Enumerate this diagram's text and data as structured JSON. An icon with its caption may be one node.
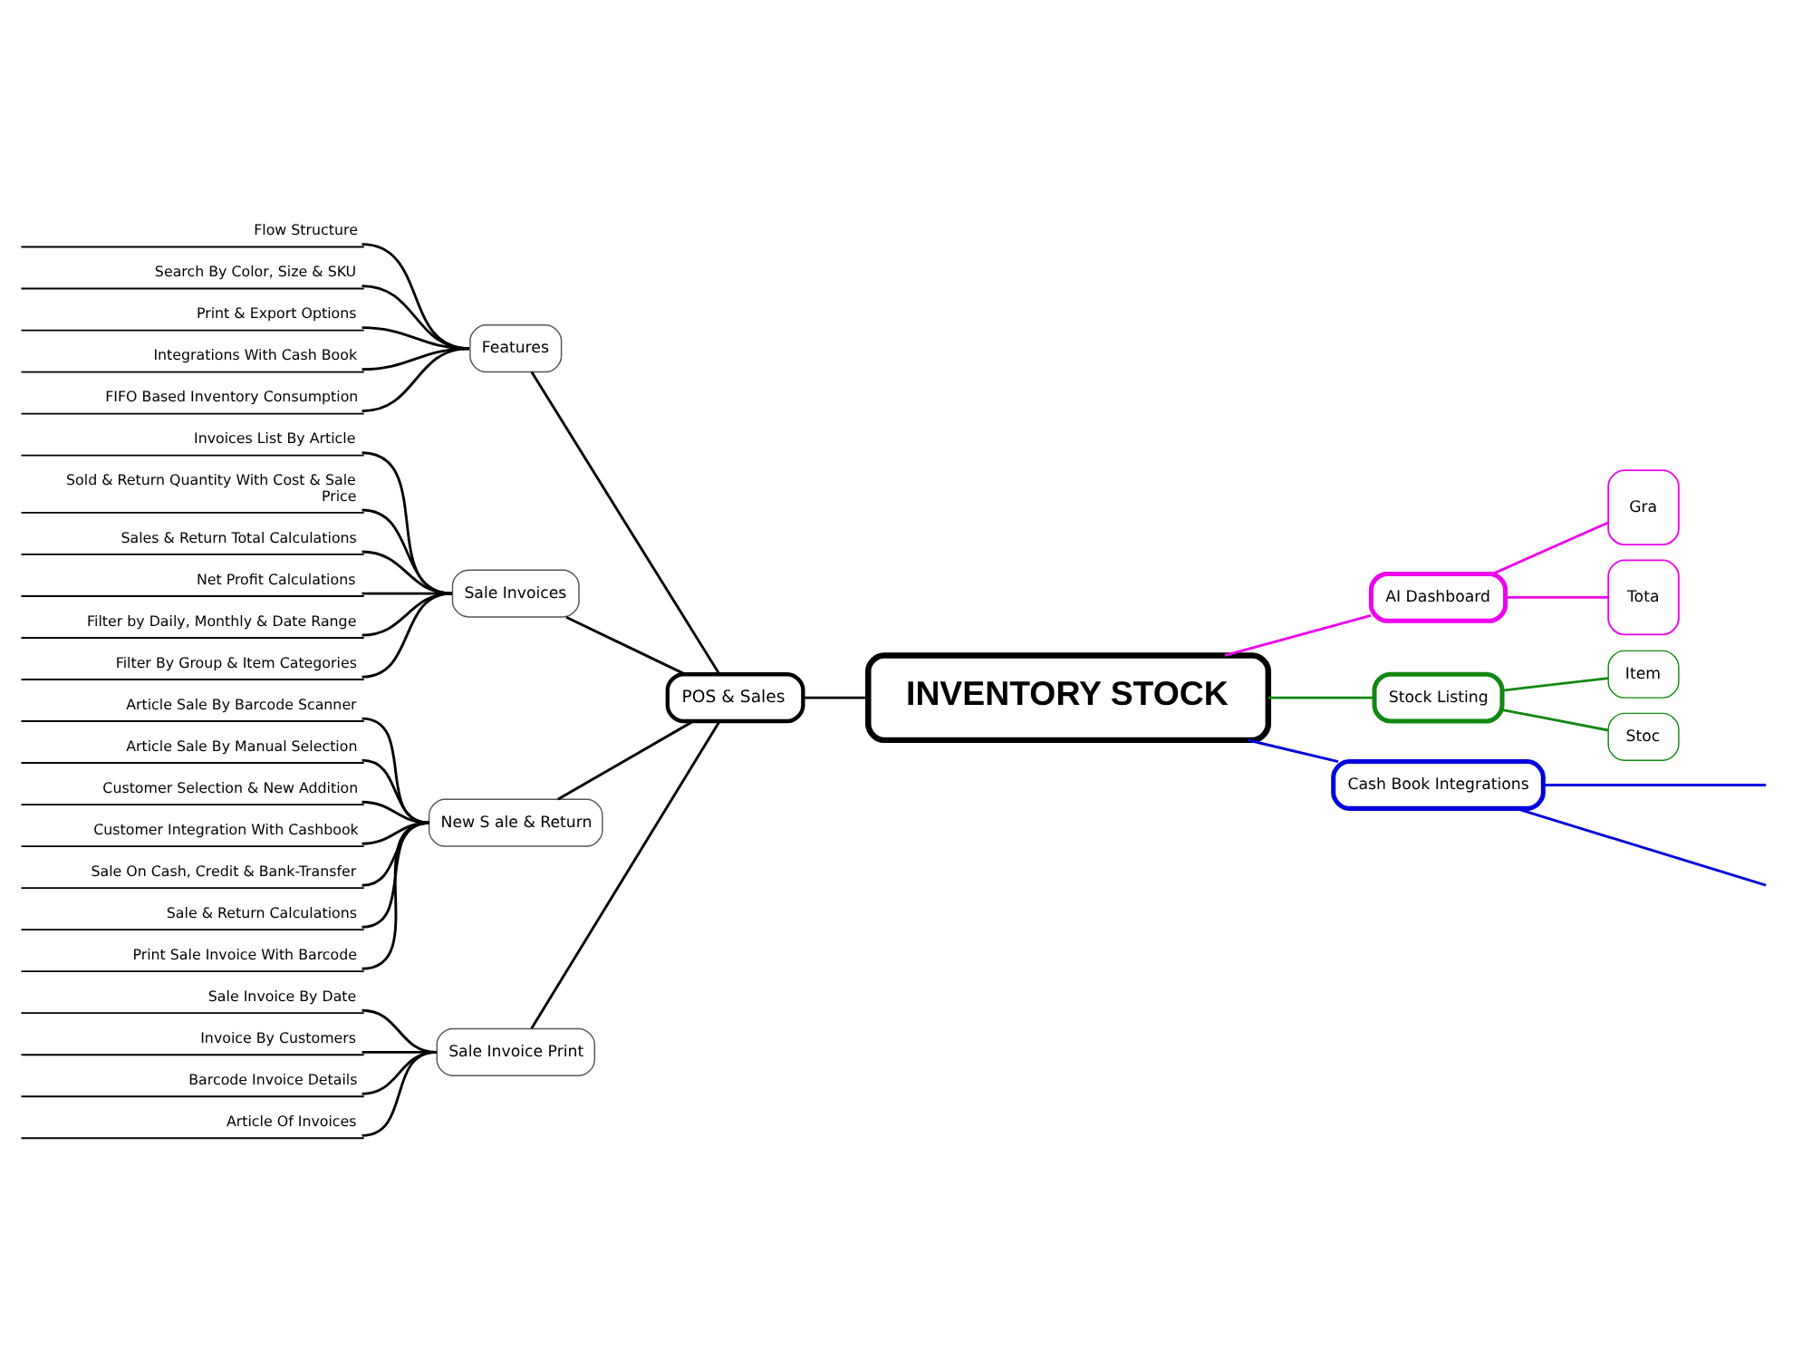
{
  "diagram": {
    "nodes": [
      {
        "text": [
          "INVENTORY STOCK"
        ]
      },
      {
        "text": [
          "POS & Sales"
        ]
      },
      {
        "text": [
          "Features"
        ]
      },
      {
        "text": [
          "Flow Structure"
        ]
      },
      {
        "text": [
          "Search By Color, Size & SKU"
        ]
      },
      {
        "text": [
          "Print & Export Options"
        ]
      },
      {
        "text": [
          "Integrations With Cash Book"
        ]
      },
      {
        "text": [
          "FIFO Based Inventory Consumption"
        ]
      },
      {
        "text": [
          "Sale Invoices"
        ]
      },
      {
        "text": [
          "Invoices List By Article"
        ]
      },
      {
        "text": [
          "Sold & Return Quantity With Cost & Sale Price"
        ]
      },
      {
        "text": [
          "Sales & Return Total Calculations"
        ]
      },
      {
        "text": [
          "Net Profit Calculations"
        ]
      },
      {
        "text": [
          "Filter by Daily, Monthly & Date Range"
        ]
      },
      {
        "text": [
          "Filter By Group & Item Categories"
        ]
      },
      {
        "text": [
          "New S ale & Return"
        ]
      },
      {
        "text": [
          "Article Sale By Barcode Scanner"
        ]
      },
      {
        "text": [
          "Article Sale By Manual Selection"
        ]
      },
      {
        "text": [
          "Customer Selection & New Addition"
        ]
      },
      {
        "text": [
          "Customer Integration With Cashbook"
        ]
      },
      {
        "text": [
          "Sale On Cash, Credit & Bank-Transfer"
        ]
      },
      {
        "text": [
          "Sale & Return Calculations"
        ]
      },
      {
        "text": [
          "Print Sale Invoice With Barcode"
        ]
      },
      {
        "text": [
          "Sale Invoice Print"
        ]
      },
      {
        "text": [
          "Sale Invoice By Date"
        ]
      },
      {
        "text": [
          "Invoice By Customers"
        ]
      },
      {
        "text": [
          "Barcode Invoice Details"
        ]
      },
      {
        "text": [
          "Article Of Invoices"
        ]
      },
      {
        "text": [
          "AI Dashboard"
        ]
      },
      {
        "text": [
          "Gra"
        ]
      },
      {
        "text": [
          "Tota"
        ]
      },
      {
        "text": [
          "Stock Listing"
        ]
      },
      {
        "text": [
          "Item"
        ]
      },
      {
        "text": [
          "Stoc"
        ]
      },
      {
        "text": [
          "Cash Book Integrations"
        ]
      }
    ],
    "edges": [
      {
        "from": 1,
        "to": 0,
        "arrow": "none"
      },
      {
        "from": 2,
        "to": 1,
        "arrow": "none"
      },
      {
        "from": 3,
        "to": 2,
        "arrow": "none"
      },
      {
        "from": 4,
        "to": 2,
        "arrow": "none"
      },
      {
        "from": 5,
        "to": 2,
        "arrow": "none"
      },
      {
        "from": 6,
        "to": 2,
        "arrow": "none"
      },
      {
        "from": 7,
        "to": 2,
        "arrow": "none"
      },
      {
        "from": 8,
        "to": 1,
        "arrow": "none"
      },
      {
        "from": 9,
        "to": 8,
        "arrow": "none"
      },
      {
        "from": 10,
        "to": 8,
        "arrow": "none"
      },
      {
        "from": 11,
        "to": 8,
        "arrow": "none"
      },
      {
        "from": 12,
        "to": 8,
        "arrow": "none"
      },
      {
        "from": 13,
        "to": 8,
        "arrow": "none"
      },
      {
        "from": 14,
        "to": 8,
        "arrow": "none"
      },
      {
        "from": 15,
        "to": 1,
        "arrow": "none"
      },
      {
        "from": 16,
        "to": 15,
        "arrow": "none"
      },
      {
        "from": 17,
        "to": 15,
        "arrow": "none"
      },
      {
        "from": 18,
        "to": 15,
        "arrow": "none"
      },
      {
        "from": 19,
        "to": 15,
        "arrow": "none"
      },
      {
        "from": 20,
        "to": 15,
        "arrow": "none"
      },
      {
        "from": 21,
        "to": 15,
        "arrow": "none"
      },
      {
        "from": 22,
        "to": 15,
        "arrow": "none"
      },
      {
        "from": 23,
        "to": 1,
        "arrow": "none"
      },
      {
        "from": 24,
        "to": 23,
        "arrow": "none"
      },
      {
        "from": 25,
        "to": 23,
        "arrow": "none"
      },
      {
        "from": 26,
        "to": 23,
        "arrow": "none"
      },
      {
        "from": 27,
        "to": 23,
        "arrow": "none"
      },
      {
        "from": 0,
        "to": 28,
        "arrow": "none",
        "color": "#ee00ee"
      },
      {
        "from": 28,
        "to": 29,
        "arrow": "none",
        "color": "#ee00ee"
      },
      {
        "from": 28,
        "to": 30,
        "arrow": "none",
        "color": "#ee00ee"
      },
      {
        "from": 0,
        "to": 31,
        "arrow": "none",
        "color": "#118811"
      },
      {
        "from": 31,
        "to": 32,
        "arrow": "none",
        "color": "#118811"
      },
      {
        "from": 31,
        "to": 33,
        "arrow": "none",
        "color": "#118811"
      },
      {
        "from": 0,
        "to": 34,
        "arrow": "none",
        "color": "#0000dd"
      },
      {
        "from": 34,
        "to": null,
        "arrow": "none",
        "color": "#0000dd"
      },
      {
        "from": 34,
        "to": null,
        "arrow": "none",
        "color": "#0000dd"
      }
    ]
  }
}
